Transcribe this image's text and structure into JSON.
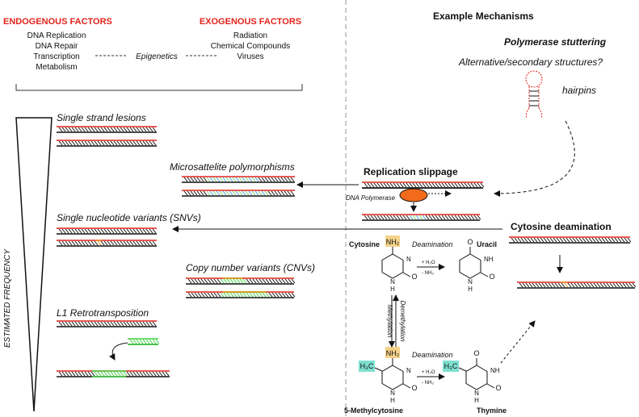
{
  "endogenous": {
    "title": "ENDOGENOUS FACTORS",
    "items": [
      "DNA Replication",
      "DNA Repair",
      "Transcription",
      "Metabolism"
    ]
  },
  "exogenous": {
    "title": "EXOGENOUS FACTORS",
    "items": [
      "Radiation",
      "Chemical Compounds",
      "Viruses"
    ]
  },
  "epigenetics": "Epigenetics",
  "frequency_axis": "ESTIMATED FREQUENCY",
  "variants": {
    "single_strand": "Single strand lesions",
    "microsatellite": "Microsattelite polymorphisms",
    "snv": "Single nucleotide variants (SNVs)",
    "cnv": "Copy number variants (CNVs)",
    "l1": "L1 Retrotransposition"
  },
  "mechanisms": {
    "header": "Example Mechanisms",
    "polymerase_stuttering": "Polymerase stuttering",
    "alt_structures": "Alternative/secondary structures?",
    "hairpins": "hairpins",
    "replication_slippage": "Replication slippage",
    "dna_polymerase": "DNA Polymerase",
    "cytosine_deamination": "Cytosine deamination"
  },
  "chemistry": {
    "cytosine": "Cytosine",
    "uracil": "Uracil",
    "methylcytosine": "5-Methylcytosine",
    "thymine": "Thymine",
    "deamination": "Deamination",
    "methylation": "Methylation",
    "demethylation": "Demethylation",
    "reagent_h2o": "+ H₂O",
    "reagent_nh3": "- NH₃",
    "nh2": "NH₂",
    "h3c": "H₃C",
    "nh": "NH",
    "n": "N",
    "h": "H",
    "o": "O"
  },
  "colors": {
    "strand_red": "#e2231a",
    "strand_black": "#111111",
    "slippage_blue": "#3aa7e0",
    "slippage_green": "#7bd36b",
    "snv_orange": "#f08a1c",
    "l1_green": "#3fd13f",
    "nh2_highlight": "#f5d28a",
    "h3c_highlight": "#7fe0d0",
    "polymerase_orange": "#f26a1b",
    "hairpin_red": "#e2231a"
  }
}
